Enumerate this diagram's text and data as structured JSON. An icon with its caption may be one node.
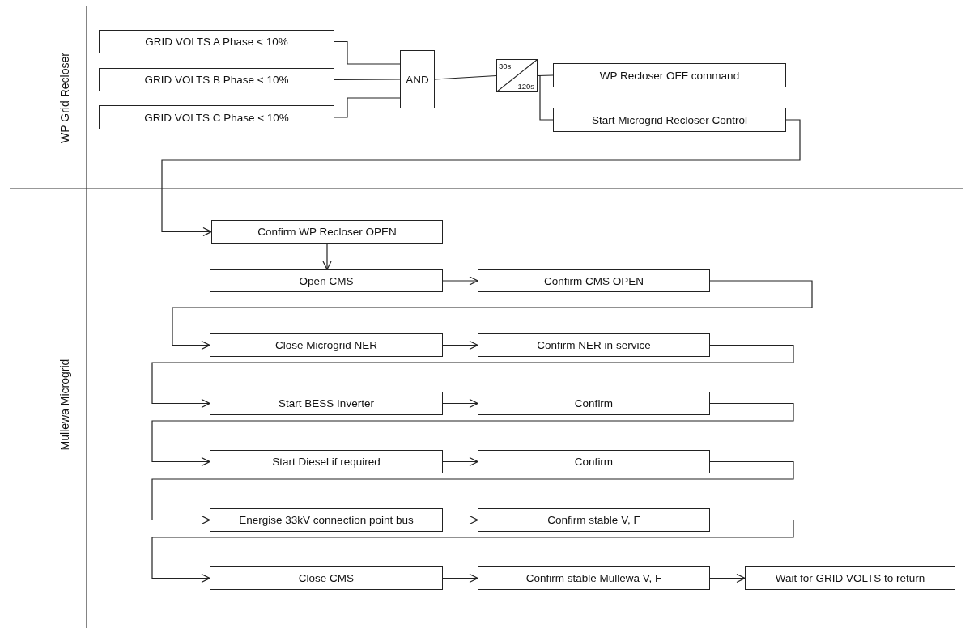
{
  "diagram": {
    "nodes": [
      {
        "text": [
          "GRID VOLTS A Phase < 10%"
        ]
      },
      {
        "text": [
          "GRID VOLTS B Phase < 10%"
        ]
      },
      {
        "text": [
          "GRID VOLTS C  Phase < 10%"
        ]
      },
      {
        "text": [
          "AND"
        ]
      },
      {
        "text": [
          "30s",
          "120s"
        ]
      },
      {
        "text": [
          "WP Recloser OFF command"
        ]
      },
      {
        "text": [
          "Start Microgrid Recloser Control"
        ]
      },
      {
        "text": [
          "Confirm WP Recloser OPEN"
        ]
      },
      {
        "text": [
          "Open CMS"
        ]
      },
      {
        "text": [
          "Confirm CMS OPEN"
        ]
      },
      {
        "text": [
          "Close Microgrid NER"
        ]
      },
      {
        "text": [
          "Confirm NER in service"
        ]
      },
      {
        "text": [
          "Start BESS Inverter"
        ]
      },
      {
        "text": [
          "Confirm"
        ]
      },
      {
        "text": [
          "Start Diesel if required"
        ]
      },
      {
        "text": [
          "Confirm"
        ]
      },
      {
        "text": [
          "Energise 33kV connection point bus"
        ]
      },
      {
        "text": [
          "Confirm stable V, F"
        ]
      },
      {
        "text": [
          "Close CMS"
        ]
      },
      {
        "text": [
          "Confirm stable Mullewa V, F"
        ]
      },
      {
        "text": [
          "Wait for GRID VOLTS to return"
        ]
      }
    ],
    "edges": [
      {
        "from": 0,
        "to": 3,
        "arrow": "none"
      },
      {
        "from": 1,
        "to": 3,
        "arrow": "none"
      },
      {
        "from": 2,
        "to": 3,
        "arrow": "none"
      },
      {
        "from": 3,
        "to": 4,
        "arrow": "none"
      },
      {
        "from": 4,
        "to": 5,
        "arrow": "none"
      },
      {
        "from": 4,
        "to": 6,
        "arrow": "none"
      },
      {
        "from": 6,
        "to": 7,
        "arrow": "to"
      },
      {
        "from": 7,
        "to": 8,
        "arrow": "to"
      },
      {
        "from": 8,
        "to": 9,
        "arrow": "to"
      },
      {
        "from": 9,
        "to": 10,
        "arrow": "to"
      },
      {
        "from": 10,
        "to": 11,
        "arrow": "to"
      },
      {
        "from": 11,
        "to": 12,
        "arrow": "to"
      },
      {
        "from": 12,
        "to": 13,
        "arrow": "to"
      },
      {
        "from": 13,
        "to": 14,
        "arrow": "to"
      },
      {
        "from": 14,
        "to": 15,
        "arrow": "to"
      },
      {
        "from": 15,
        "to": 16,
        "arrow": "to"
      },
      {
        "from": 16,
        "to": 17,
        "arrow": "to"
      },
      {
        "from": 17,
        "to": 18,
        "arrow": "to"
      },
      {
        "from": 18,
        "to": 19,
        "arrow": "to"
      },
      {
        "from": 19,
        "to": 20,
        "arrow": "to"
      }
    ],
    "labels": [
      "WP Grid Recloser",
      "Mullewa Microgrid"
    ]
  }
}
